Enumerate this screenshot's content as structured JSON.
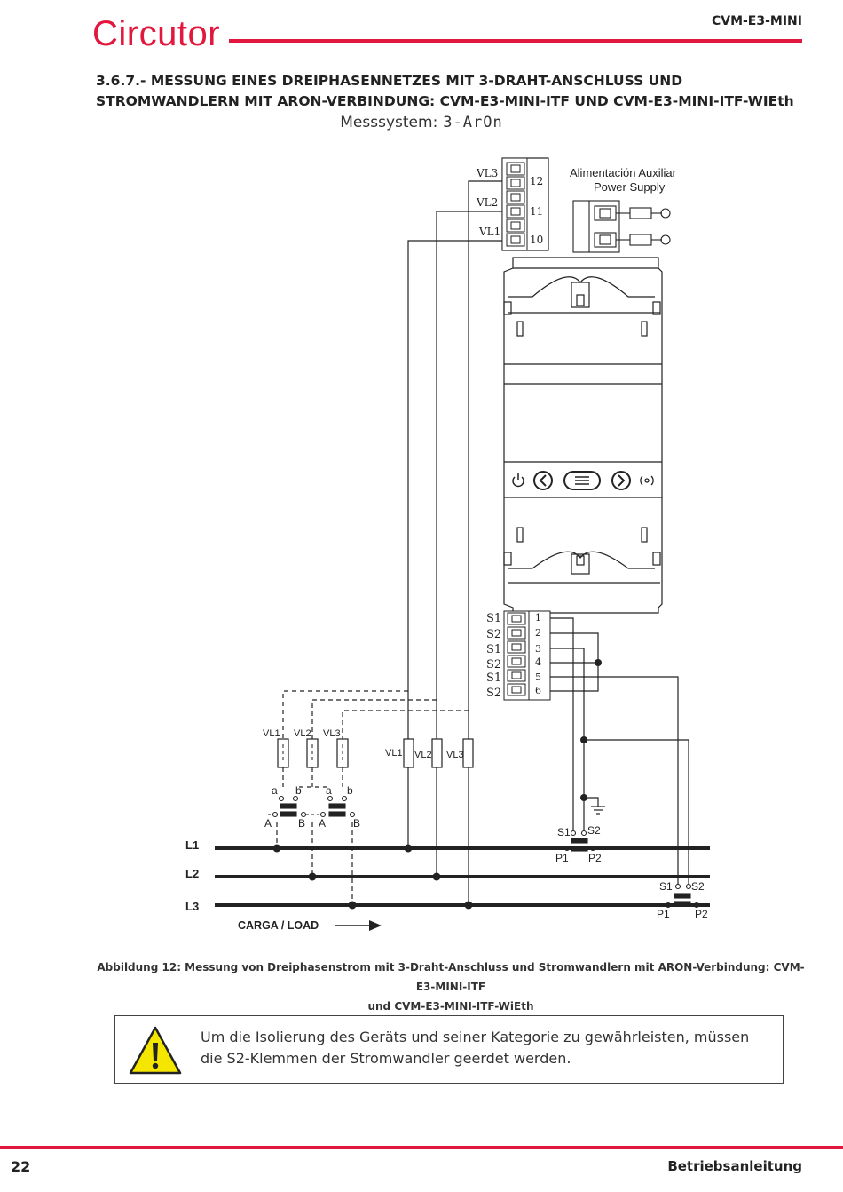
{
  "header": {
    "logo": "Circutor",
    "device_code": "CVM-E3-MINI"
  },
  "section": {
    "title": "3.6.7.- MESSUNG EINES DREIPHASENNETZES MIT 3-DRAHT-ANSCHLUSS UND STROMWANDLERN MIT ARON-VERBINDUNG: CVM-E3-MINI-ITF UND CVM-E3-MINI-ITF-WIEth",
    "messsystem_label": "Messsystem:",
    "messsystem_code": "3-ArOn"
  },
  "diagram": {
    "supply_label": "Alimentación Auxiliar",
    "supply_label_en": "Power Supply",
    "voltage_terminals": [
      {
        "label": "VL3",
        "number": "12"
      },
      {
        "label": "VL2",
        "number": "11"
      },
      {
        "label": "VL1",
        "number": "10"
      }
    ],
    "current_terminals": [
      {
        "label": "S1",
        "number": "1"
      },
      {
        "label": "S2",
        "number": "2"
      },
      {
        "label": "S1",
        "number": "3"
      },
      {
        "label": "S2",
        "number": "4"
      },
      {
        "label": "S1",
        "number": "5"
      },
      {
        "label": "S2",
        "number": "6"
      }
    ],
    "fuses_left": [
      "VL1",
      "VL2",
      "VL3"
    ],
    "fuses_right": [
      "VL1",
      "VL2",
      "VL3"
    ],
    "vt_labels": {
      "a": "a",
      "b": "b",
      "A": "A",
      "B": "B"
    },
    "lines": [
      "L1",
      "L2",
      "L3"
    ],
    "ct_labels": {
      "s1": "S1",
      "s2": "S2",
      "p1": "P1",
      "p2": "P2"
    },
    "load_label": "CARGA / LOAD"
  },
  "caption": {
    "line1": "Abbildung 12: Messung von Dreiphasenstrom mit 3-Draht-Anschluss und Stromwandlern mit ARON-Verbindung: CVM-E3-MINI-ITF",
    "line2": "und CVM-E3-MINI-ITF-WiEth"
  },
  "warning": {
    "text": "Um die Isolierung des Geräts und seiner Kategorie zu gewährleisten, müssen die S2-Klemmen der Stromwandler geerdet werden."
  },
  "footer": {
    "page_number": "22",
    "title": "Betriebsanleitung"
  },
  "colors": {
    "brand": "#e2173d"
  }
}
